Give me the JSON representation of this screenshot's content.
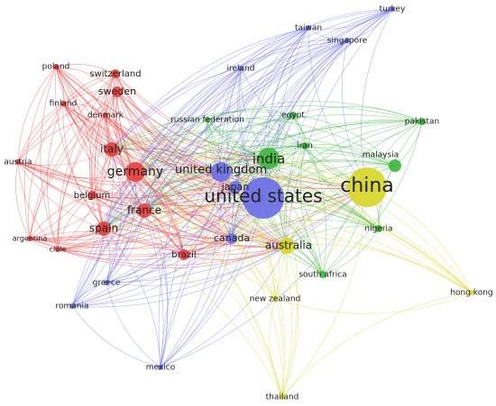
{
  "network": {
    "clusters": {
      "red": "#e8403f",
      "green": "#3fb93f",
      "blue": "#6b6fe6",
      "yellow": "#d9d62a"
    },
    "nodes": [
      {
        "id": "united_states",
        "label": "united states",
        "cluster": "blue"
      },
      {
        "id": "china",
        "label": "china",
        "cluster": "yellow"
      },
      {
        "id": "india",
        "label": "india",
        "cluster": "green"
      },
      {
        "id": "united_kingdom",
        "label": "united kingdom",
        "cluster": "blue"
      },
      {
        "id": "germany",
        "label": "germany",
        "cluster": "red"
      },
      {
        "id": "japan",
        "label": "japan",
        "cluster": "blue"
      },
      {
        "id": "italy",
        "label": "italy",
        "cluster": "red"
      },
      {
        "id": "france",
        "label": "france",
        "cluster": "red"
      },
      {
        "id": "spain",
        "label": "spain",
        "cluster": "red"
      },
      {
        "id": "australia",
        "label": "australia",
        "cluster": "yellow"
      },
      {
        "id": "canada",
        "label": "canada",
        "cluster": "blue"
      },
      {
        "id": "sweden",
        "label": "sweden",
        "cluster": "red"
      },
      {
        "id": "switzerland",
        "label": "switzerland",
        "cluster": "red"
      },
      {
        "id": "brazil",
        "label": "brazil",
        "cluster": "red"
      },
      {
        "id": "belgium",
        "label": "belgium",
        "cluster": "red"
      },
      {
        "id": "malaysia",
        "label": "malaysia",
        "cluster": "green"
      },
      {
        "id": "iran",
        "label": "iran",
        "cluster": "green"
      },
      {
        "id": "south_africa",
        "label": "south africa",
        "cluster": "green"
      },
      {
        "id": "pakistan",
        "label": "pakistan",
        "cluster": "green"
      },
      {
        "id": "egypt",
        "label": "egypt",
        "cluster": "green"
      },
      {
        "id": "russian_federation",
        "label": "russian federation",
        "cluster": "green"
      },
      {
        "id": "nigeria",
        "label": "nigeria",
        "cluster": "green"
      },
      {
        "id": "denmark",
        "label": "denmark",
        "cluster": "red"
      },
      {
        "id": "finland",
        "label": "finland",
        "cluster": "red"
      },
      {
        "id": "poland",
        "label": "poland",
        "cluster": "red"
      },
      {
        "id": "austria",
        "label": "austria",
        "cluster": "red"
      },
      {
        "id": "argentina",
        "label": "argentina",
        "cluster": "red"
      },
      {
        "id": "chile",
        "label": "chile",
        "cluster": "red"
      },
      {
        "id": "taiwan",
        "label": "taiwan",
        "cluster": "blue"
      },
      {
        "id": "singapore",
        "label": "singapore",
        "cluster": "blue"
      },
      {
        "id": "turkey",
        "label": "turkey",
        "cluster": "blue"
      },
      {
        "id": "ireland",
        "label": "ireland",
        "cluster": "blue"
      },
      {
        "id": "greece",
        "label": "greece",
        "cluster": "blue"
      },
      {
        "id": "romania",
        "label": "romania",
        "cluster": "blue"
      },
      {
        "id": "mexico",
        "label": "mexico",
        "cluster": "blue"
      },
      {
        "id": "new_zealand",
        "label": "new zealand",
        "cluster": "yellow"
      },
      {
        "id": "hong_kong",
        "label": "hong kong",
        "cluster": "yellow"
      },
      {
        "id": "thailand",
        "label": "thailand",
        "cluster": "yellow"
      }
    ]
  }
}
